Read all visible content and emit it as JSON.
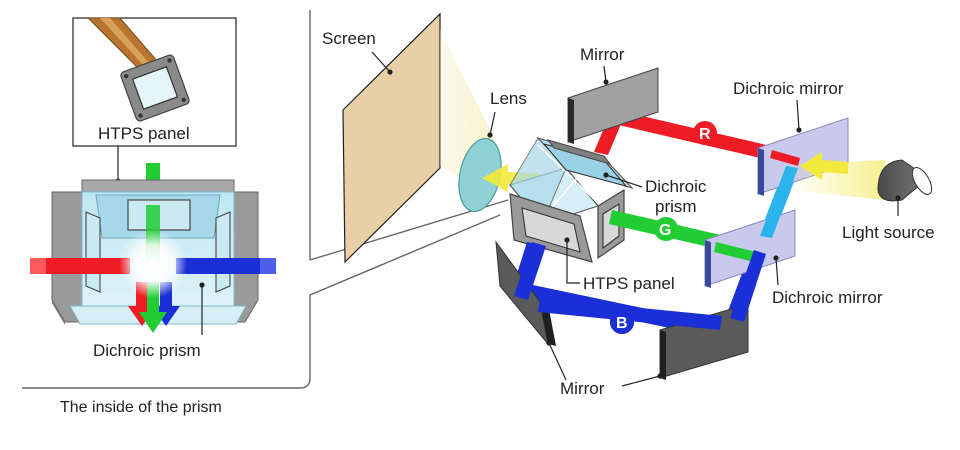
{
  "labels": {
    "screen": "Screen",
    "lens": "Lens",
    "mirror_top": "Mirror",
    "dichroic_mirror_top": "Dichroic mirror",
    "dichroic_prism_line1": "Dichroic",
    "dichroic_prism_line2": "prism",
    "light_source": "Light source",
    "htps_panel_main": "HTPS panel",
    "dichroic_mirror_bottom": "Dichroic mirror",
    "mirror_bottom": "Mirror",
    "htps_panel_inset": "HTPS panel",
    "dichroic_prism_inset": "Dichroic prism",
    "caption": "The inside of the prism"
  },
  "beams": {
    "red": "R",
    "green": "G",
    "blue": "B"
  },
  "colors": {
    "red": "#ee1c24",
    "green": "#22cc33",
    "blue": "#1a2fd6",
    "cyan": "#29b4ec",
    "yellow": "#f2ea3a",
    "mirror_dark": "#5a5a5a",
    "dichroic_face": "#c9c9ee",
    "screen_face": "#e8cfa6",
    "lens_face": "#8fd2d6"
  }
}
